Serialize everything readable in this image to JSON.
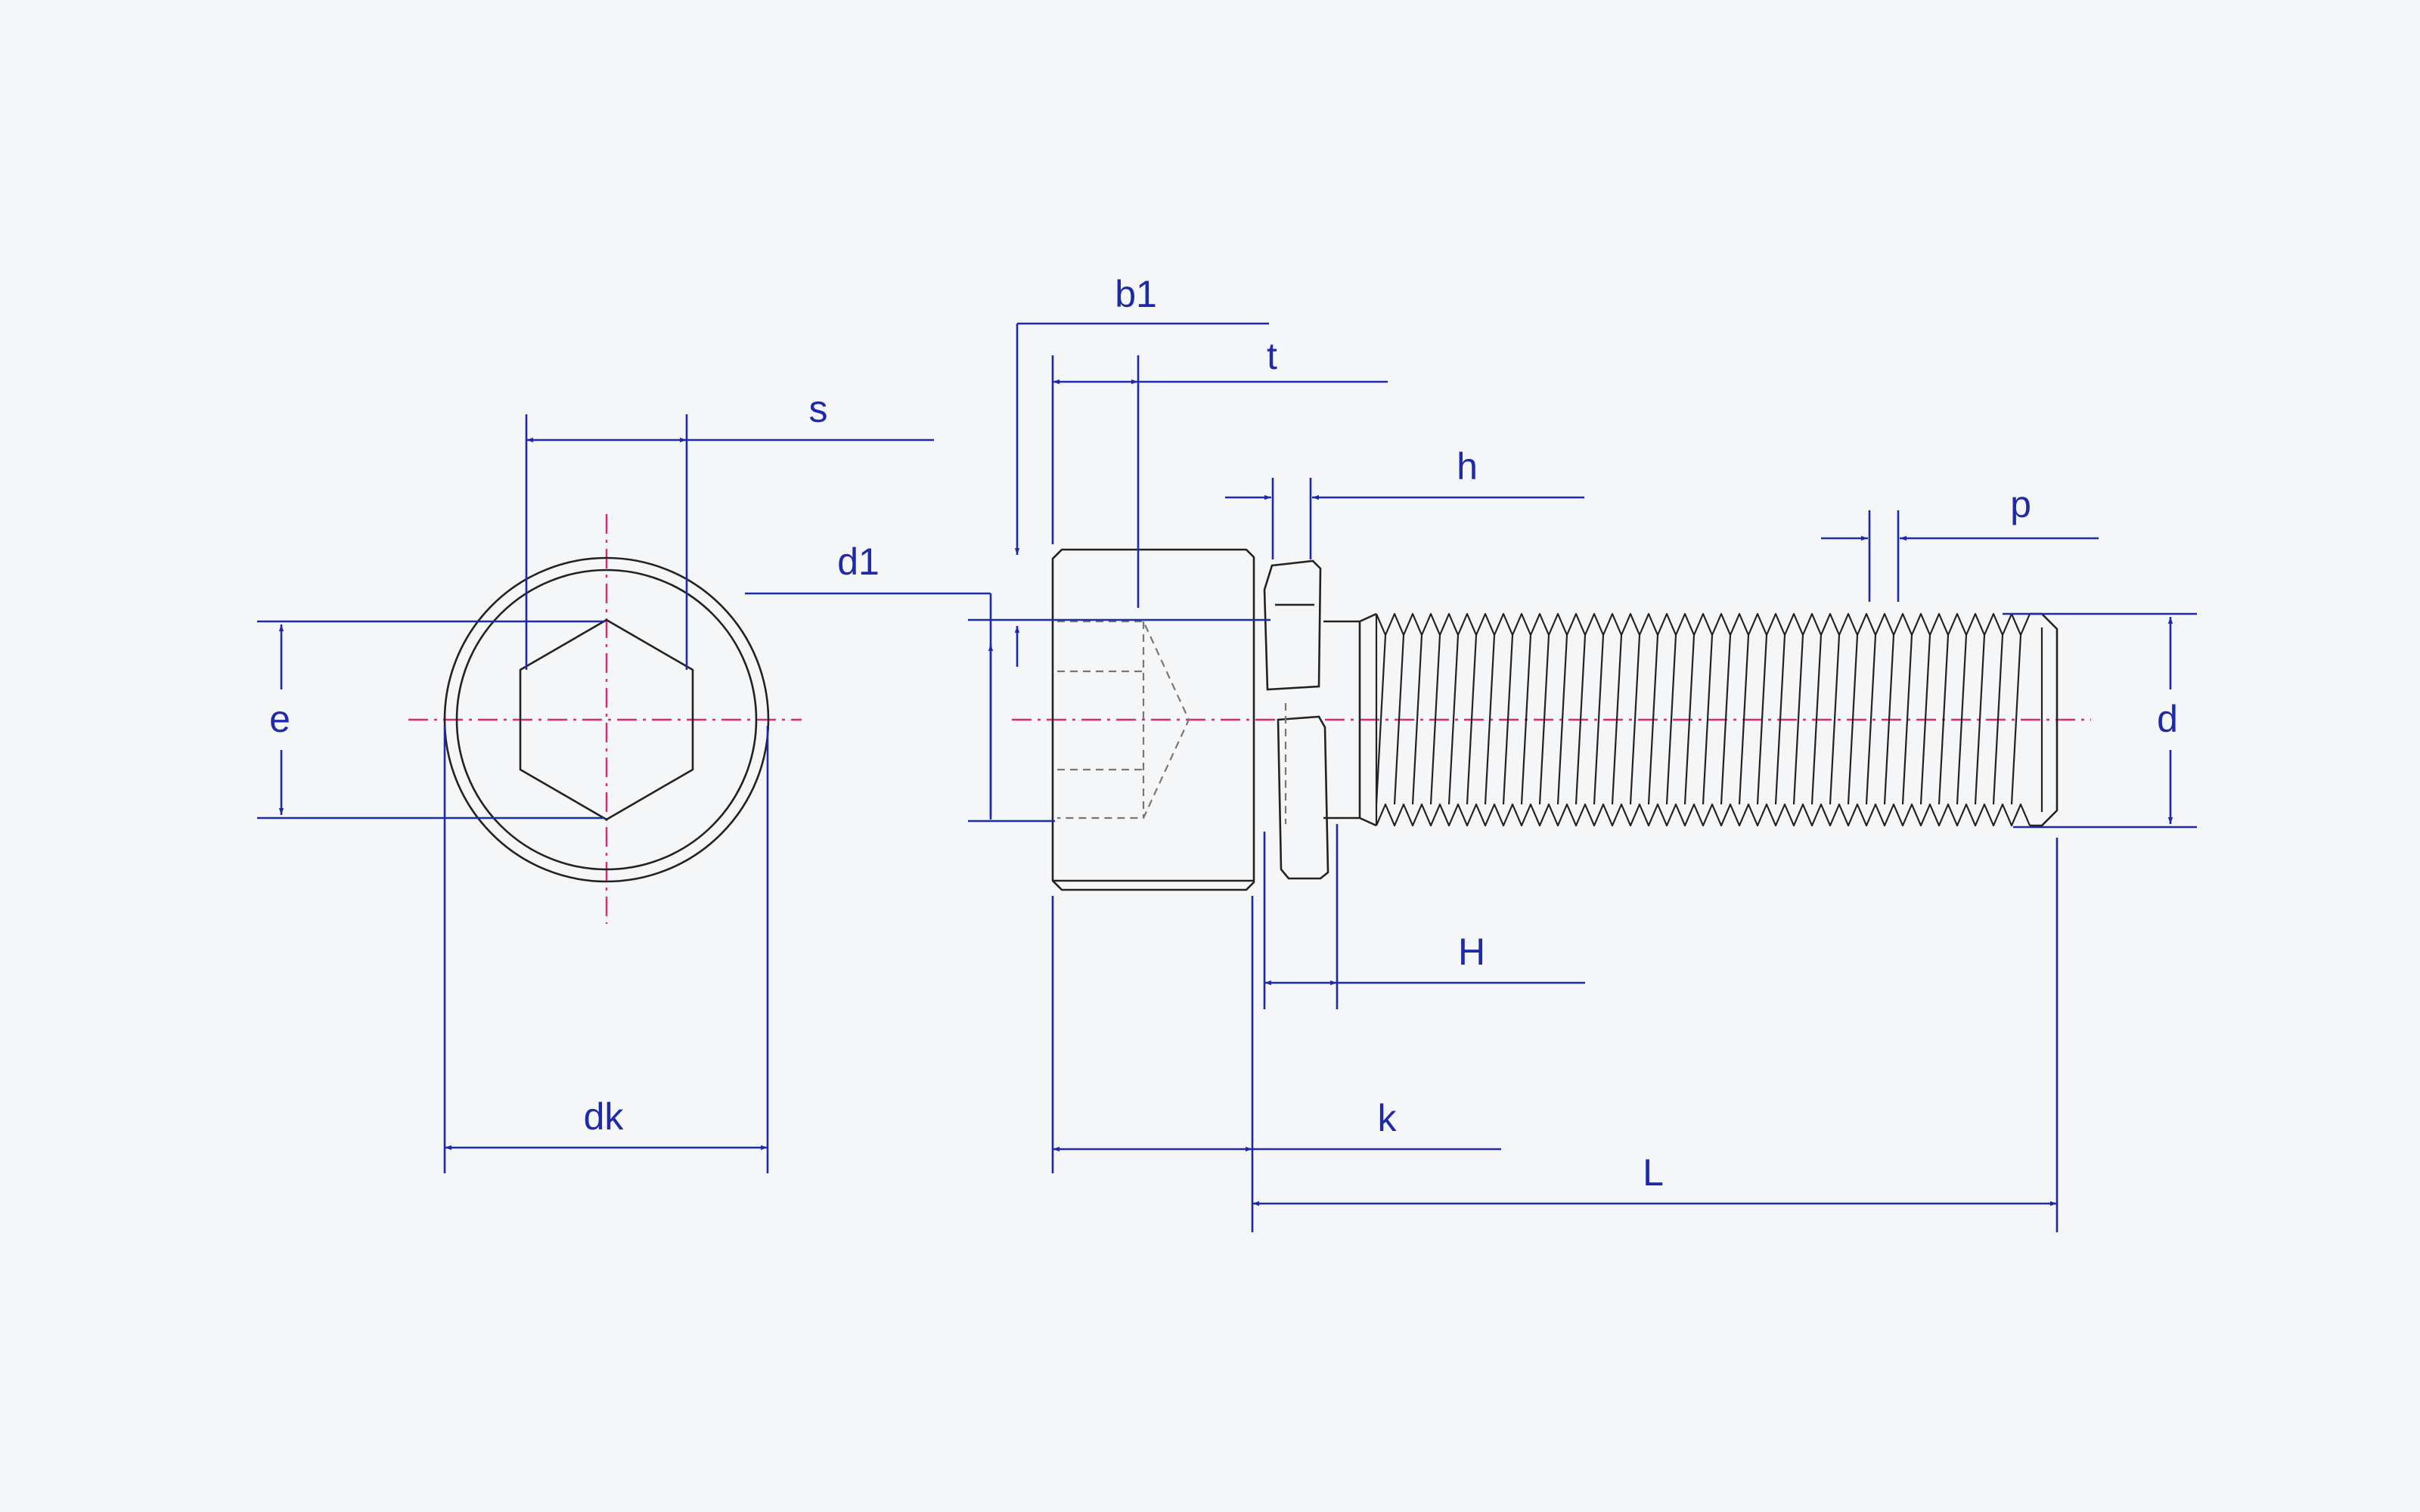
{
  "labels": {
    "s": "s",
    "e": "e",
    "dk": "dk",
    "b1": "b1",
    "t": "t",
    "d1": "d1",
    "h": "h",
    "H": "H",
    "k": "k",
    "L": "L",
    "p": "p",
    "d": "d"
  },
  "colors": {
    "object_line": "#222222",
    "dimension_line": "#1f2aa8",
    "center_line": "#dd2b74",
    "background": "#f5f6f8"
  }
}
